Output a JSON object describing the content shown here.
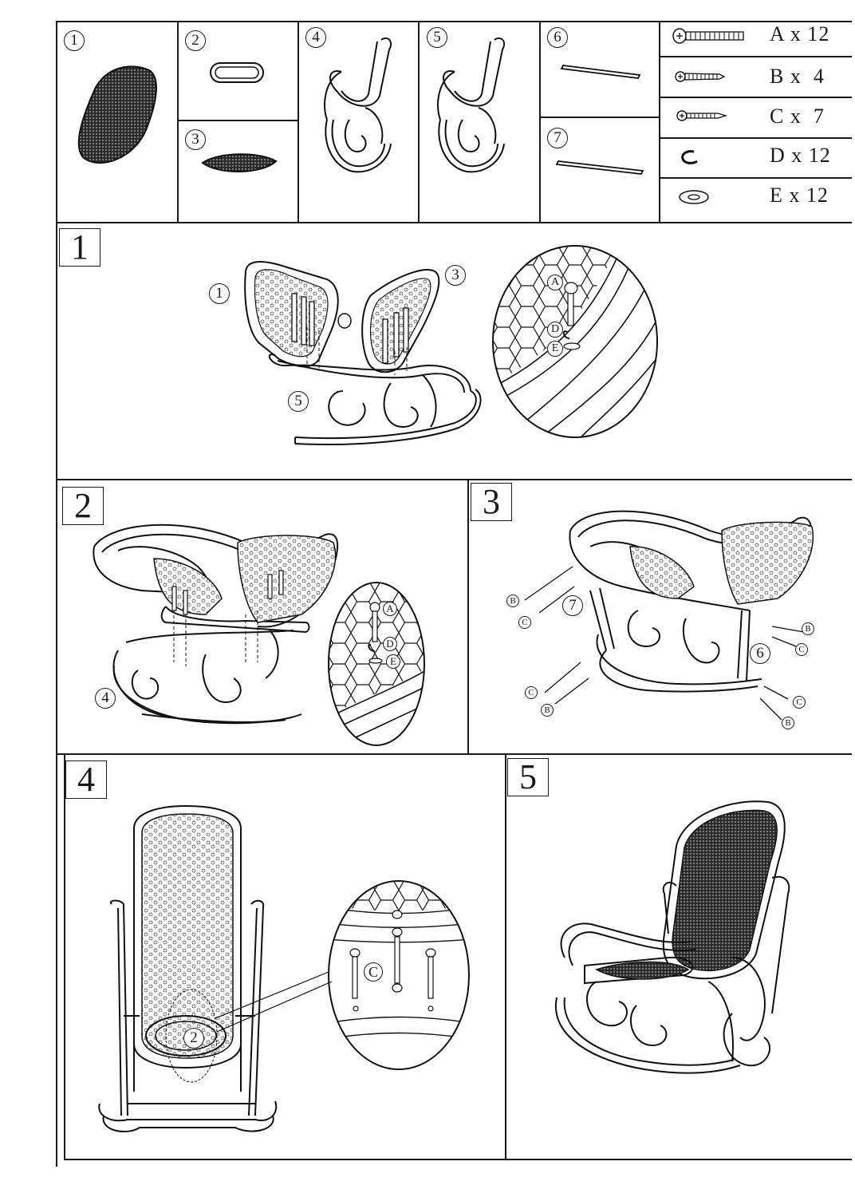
{
  "parts": {
    "p1": "1",
    "p2": "2",
    "p3": "3",
    "p4": "4",
    "p5": "5",
    "p6": "6",
    "p7": "7"
  },
  "hardware": [
    {
      "code": "A",
      "label": "A x 12",
      "icon": "screw-long-icon"
    },
    {
      "code": "B",
      "label": "B x  4",
      "icon": "screw-medium-icon"
    },
    {
      "code": "C",
      "label": "C x  7",
      "icon": "screw-short-icon"
    },
    {
      "code": "D",
      "label": "D x 12",
      "icon": "spring-washer-icon"
    },
    {
      "code": "E",
      "label": "E x 12",
      "icon": "flat-washer-icon"
    }
  ],
  "steps": {
    "s1": {
      "num": "1",
      "callouts": [
        "1",
        "3",
        "5"
      ],
      "detail": [
        "A",
        "D",
        "E"
      ]
    },
    "s2": {
      "num": "2",
      "callouts": [
        "4"
      ],
      "detail": [
        "A",
        "D",
        "E"
      ]
    },
    "s3": {
      "num": "3",
      "callouts": [
        "7",
        "6"
      ],
      "screws": [
        "B",
        "C",
        "B",
        "C",
        "C",
        "B",
        "C",
        "B"
      ]
    },
    "s4": {
      "num": "4",
      "callouts": [
        "2"
      ],
      "detail": [
        "C"
      ]
    },
    "s5": {
      "num": "5"
    }
  },
  "colors": {
    "ink": "#1a1a1a",
    "paper": "#ffffff"
  }
}
